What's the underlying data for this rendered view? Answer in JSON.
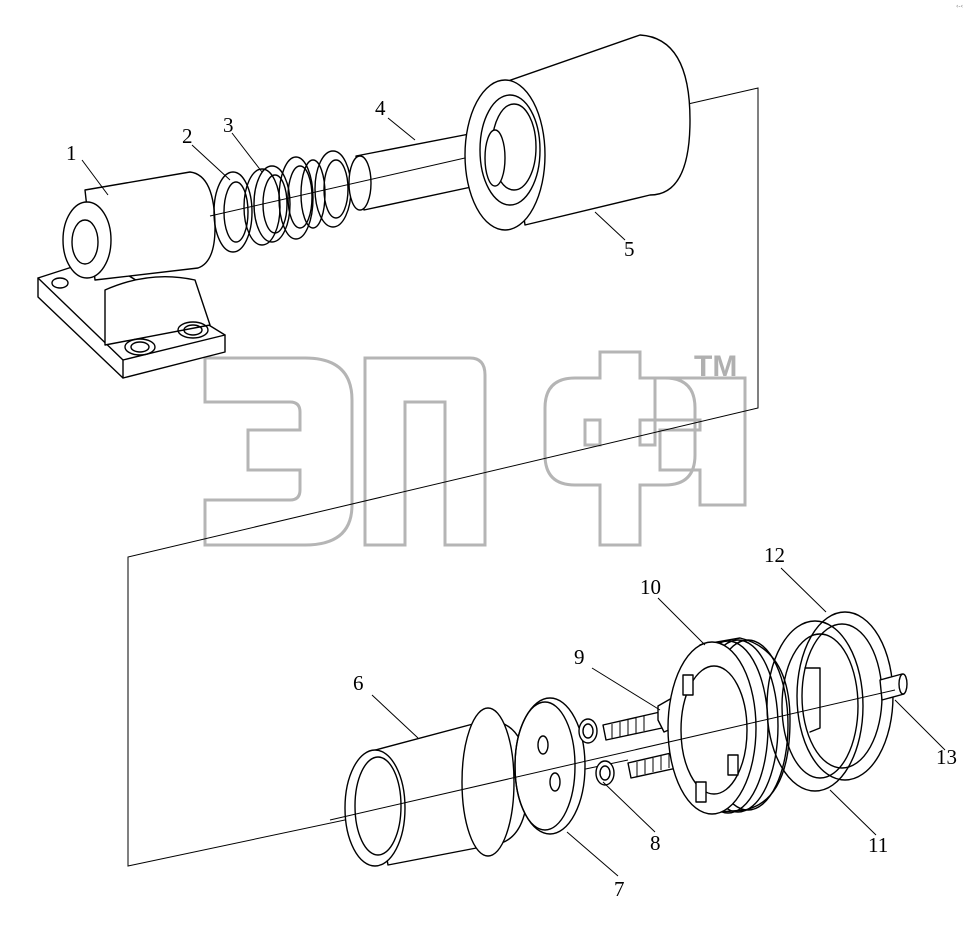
{
  "diagram": {
    "callouts": [
      "1",
      "2",
      "3",
      "4",
      "5",
      "6",
      "7",
      "8",
      "9",
      "10",
      "11",
      "12",
      "13"
    ],
    "watermark": {
      "trademark": "TM"
    },
    "corner_mark": "‹-‹"
  }
}
